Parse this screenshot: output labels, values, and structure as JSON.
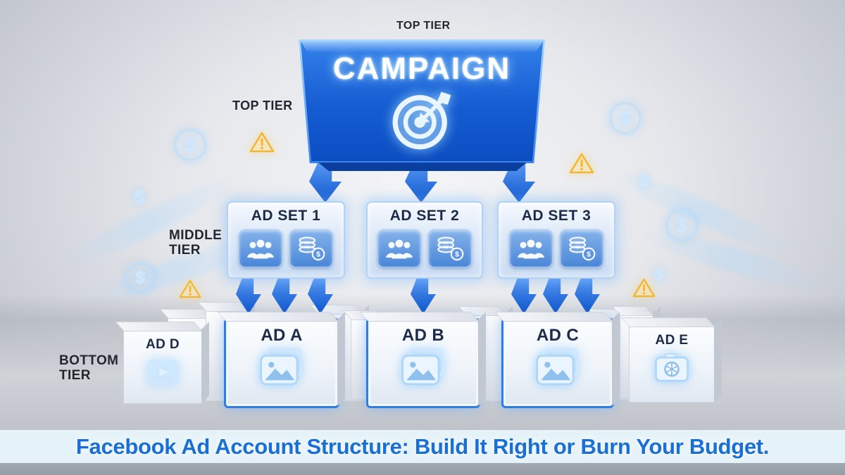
{
  "caption": "Facebook Ad Account Structure: Build It Right or Burn Your Budget.",
  "labels": {
    "top_tier_heading": "TOP TIER",
    "top_tier_side": "TOP TIER",
    "middle_tier_line1": "MIDDLE",
    "middle_tier_line2": "TIER",
    "bottom_tier_line1": "BOTTOM",
    "bottom_tier_line2": "TIER"
  },
  "campaign": {
    "label": "CAMPAIGN",
    "icon": "target-icon"
  },
  "ad_sets": [
    {
      "label": "AD SET 1",
      "icons": [
        "audience-people-icon",
        "budget-coins-icon"
      ]
    },
    {
      "label": "AD SET 2",
      "icons": [
        "audience-people-icon",
        "budget-coins-icon"
      ]
    },
    {
      "label": "AD SET 3",
      "icons": [
        "audience-people-icon",
        "budget-coins-icon"
      ]
    }
  ],
  "ads": [
    {
      "label": "AD D",
      "icon": "video-ad-icon"
    },
    {
      "label": "AD A",
      "icon": "image-ad-icon"
    },
    {
      "label": "AD B",
      "icon": "image-ad-icon"
    },
    {
      "label": "AD C",
      "icon": "image-ad-icon"
    },
    {
      "label": "AD E",
      "icon": "camera-ad-icon"
    }
  ],
  "decorations": {
    "dollar_symbol": "$"
  },
  "colors": {
    "campaign_blue": "#1059cf",
    "arrow_blue": "#1565d8",
    "caption_text_blue": "#1a6fd4",
    "warning_yellow": "#f2b632",
    "glow_blue": "#bfe2ff",
    "label_dark": "#23272f"
  }
}
